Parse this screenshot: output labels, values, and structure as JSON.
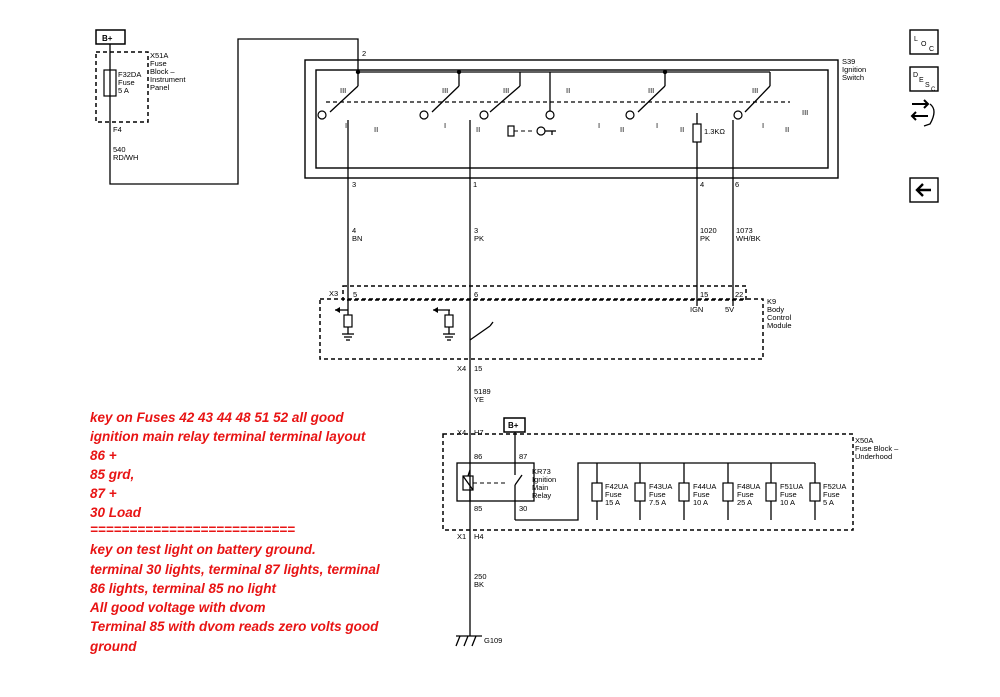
{
  "bplus_top": "B+",
  "x51a": {
    "name": "X51A",
    "desc": [
      "Fuse",
      "Block –",
      "Instrument",
      "Panel"
    ]
  },
  "f32da": [
    "F32DA",
    "Fuse",
    "5 A"
  ],
  "f4": "F4",
  "wire540": [
    "540",
    "RD/WH"
  ],
  "s39": [
    "S39",
    "Ignition",
    "Switch"
  ],
  "pin2": "2",
  "resistor": "1.3KΩ",
  "sw_pins": [
    "3",
    "1",
    "4",
    "6"
  ],
  "wire_bn": [
    "4",
    "BN"
  ],
  "wire_pk": [
    "3",
    "PK"
  ],
  "wire1020": [
    "1020",
    "PK"
  ],
  "wire1073": [
    "1073",
    "WH/BK"
  ],
  "x3": "X3",
  "bcm_pins": [
    "5",
    "6",
    "15",
    "22"
  ],
  "ign": "IGN",
  "v5": "5V",
  "k9": [
    "K9",
    "Body",
    "Control",
    "Module"
  ],
  "x4": "X4",
  "pin15": "15",
  "wire5189": [
    "5189",
    "YE"
  ],
  "x4h7": [
    "X4",
    "H7"
  ],
  "bplus_relay": "B+",
  "pin86": "86",
  "pin87": "87",
  "kr73": [
    "KR73",
    "Ignition",
    "Main",
    "Relay"
  ],
  "pin85": "85",
  "pin30": "30",
  "x50a": [
    "X50A",
    "Fuse Block –",
    "Underhood"
  ],
  "fuses": [
    {
      "name": "F42UA",
      "rating": "15 A"
    },
    {
      "name": "F43UA",
      "rating": "7.5 A"
    },
    {
      "name": "F44UA",
      "rating": "10 A"
    },
    {
      "name": "F48UA",
      "rating": "25 A"
    },
    {
      "name": "F51UA",
      "rating": "10 A"
    },
    {
      "name": "F52UA",
      "rating": "5 A"
    }
  ],
  "x1h4": [
    "X1",
    "H4"
  ],
  "wire250": [
    "250",
    "BK"
  ],
  "g109": "G109",
  "annotation": [
    "key on Fuses 42 43 44 48 51 52  all good",
    "ignition main relay terminal terminal layout",
    "86 +",
    "85 grd,",
    "87 +",
    "30 Load",
    "==========================",
    "key on test light on battery ground.",
    "terminal 30 lights, terminal 87 lights, terminal",
    "86 lights, terminal 85 no light",
    "All good voltage with dvom",
    "Terminal 85 with dvom reads zero volts good",
    "ground"
  ],
  "nav": {
    "loc": [
      "L",
      "O",
      "C"
    ],
    "desc": [
      "D",
      "E",
      "S",
      "C"
    ]
  },
  "colors": {
    "annotation": "#e81414",
    "wire": "#000000"
  }
}
